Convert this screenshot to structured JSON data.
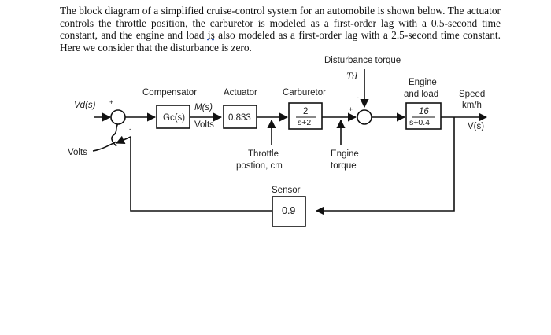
{
  "problem": {
    "text_part1": "The block diagram of a simplified cruise-control system for an automobile is shown below. The actuator controls the throttle position, the carburetor is modeled as a first-order lag with a 0.5-second time constant, and the engine and load ",
    "text_underlined": "is",
    "text_part2": " also modeled as a first-order lag with a 2.5-second time constant. Here we consider that the disturbance is zero."
  },
  "diagram": {
    "disturbance_label": "Disturbance torque",
    "disturbance_symbol": "Td",
    "input_label": "Vd(s)",
    "input_units": "Volts",
    "compensator_title": "Compensator",
    "compensator_tf": "Gc(s)",
    "signal_m": "M(s)",
    "signal_m_units": "Volts",
    "actuator_title": "Actuator",
    "actuator_gain": "0.833",
    "carburetor_title": "Carburetor",
    "carburetor_num": "2",
    "carburetor_den": "s+2",
    "throttle_label_1": "Throttle",
    "throttle_label_2": "postion, cm",
    "engine_torque_1": "Engine",
    "engine_torque_2": "torque",
    "engine_title_1": "Engine",
    "engine_title_2": "and load",
    "engine_num": "16",
    "engine_den": "s+0.4",
    "speed_label": "Speed",
    "speed_units": "km/h",
    "output_label": "V(s)",
    "sensor_title": "Sensor",
    "sensor_gain": "0.9",
    "sum1_plus": "+",
    "sum1_minus": "-",
    "sum2_minus": "-",
    "sum2_plus": "+"
  }
}
